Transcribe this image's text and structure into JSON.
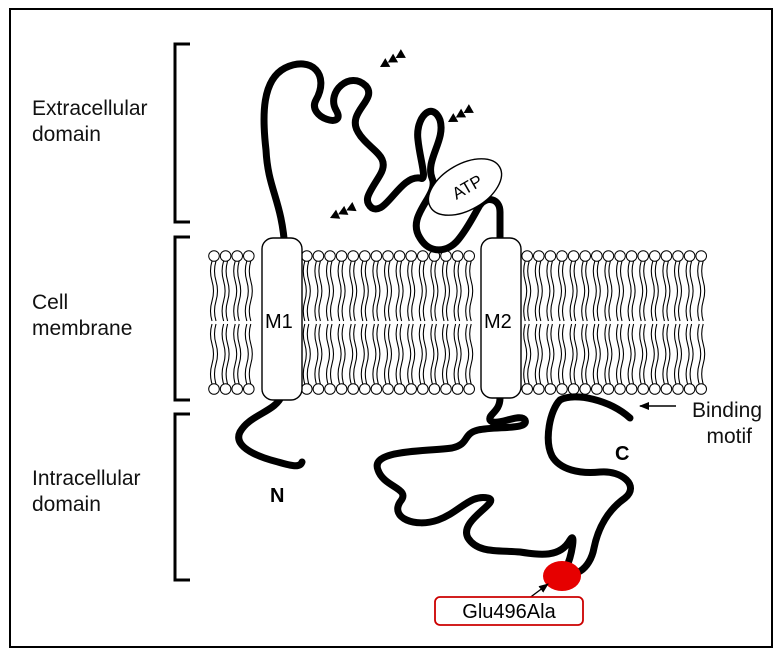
{
  "labels": {
    "extracellular": [
      "Extracellular",
      "domain"
    ],
    "membrane": [
      "Cell",
      "membrane"
    ],
    "intracellular": [
      "Intracellular",
      "domain"
    ]
  },
  "helices": {
    "m1": "M1",
    "m2": "M2"
  },
  "atp": "ATP",
  "termini": {
    "n": "N",
    "c": "C"
  },
  "binding_motif": [
    "Binding",
    "motif"
  ],
  "mutation": {
    "label": "Glu496Ala",
    "color": "#e60000"
  },
  "colors": {
    "line": "#000000",
    "background": "#ffffff",
    "lipid_head": "#ffffff",
    "mutation_box_border": "#cc0000"
  }
}
